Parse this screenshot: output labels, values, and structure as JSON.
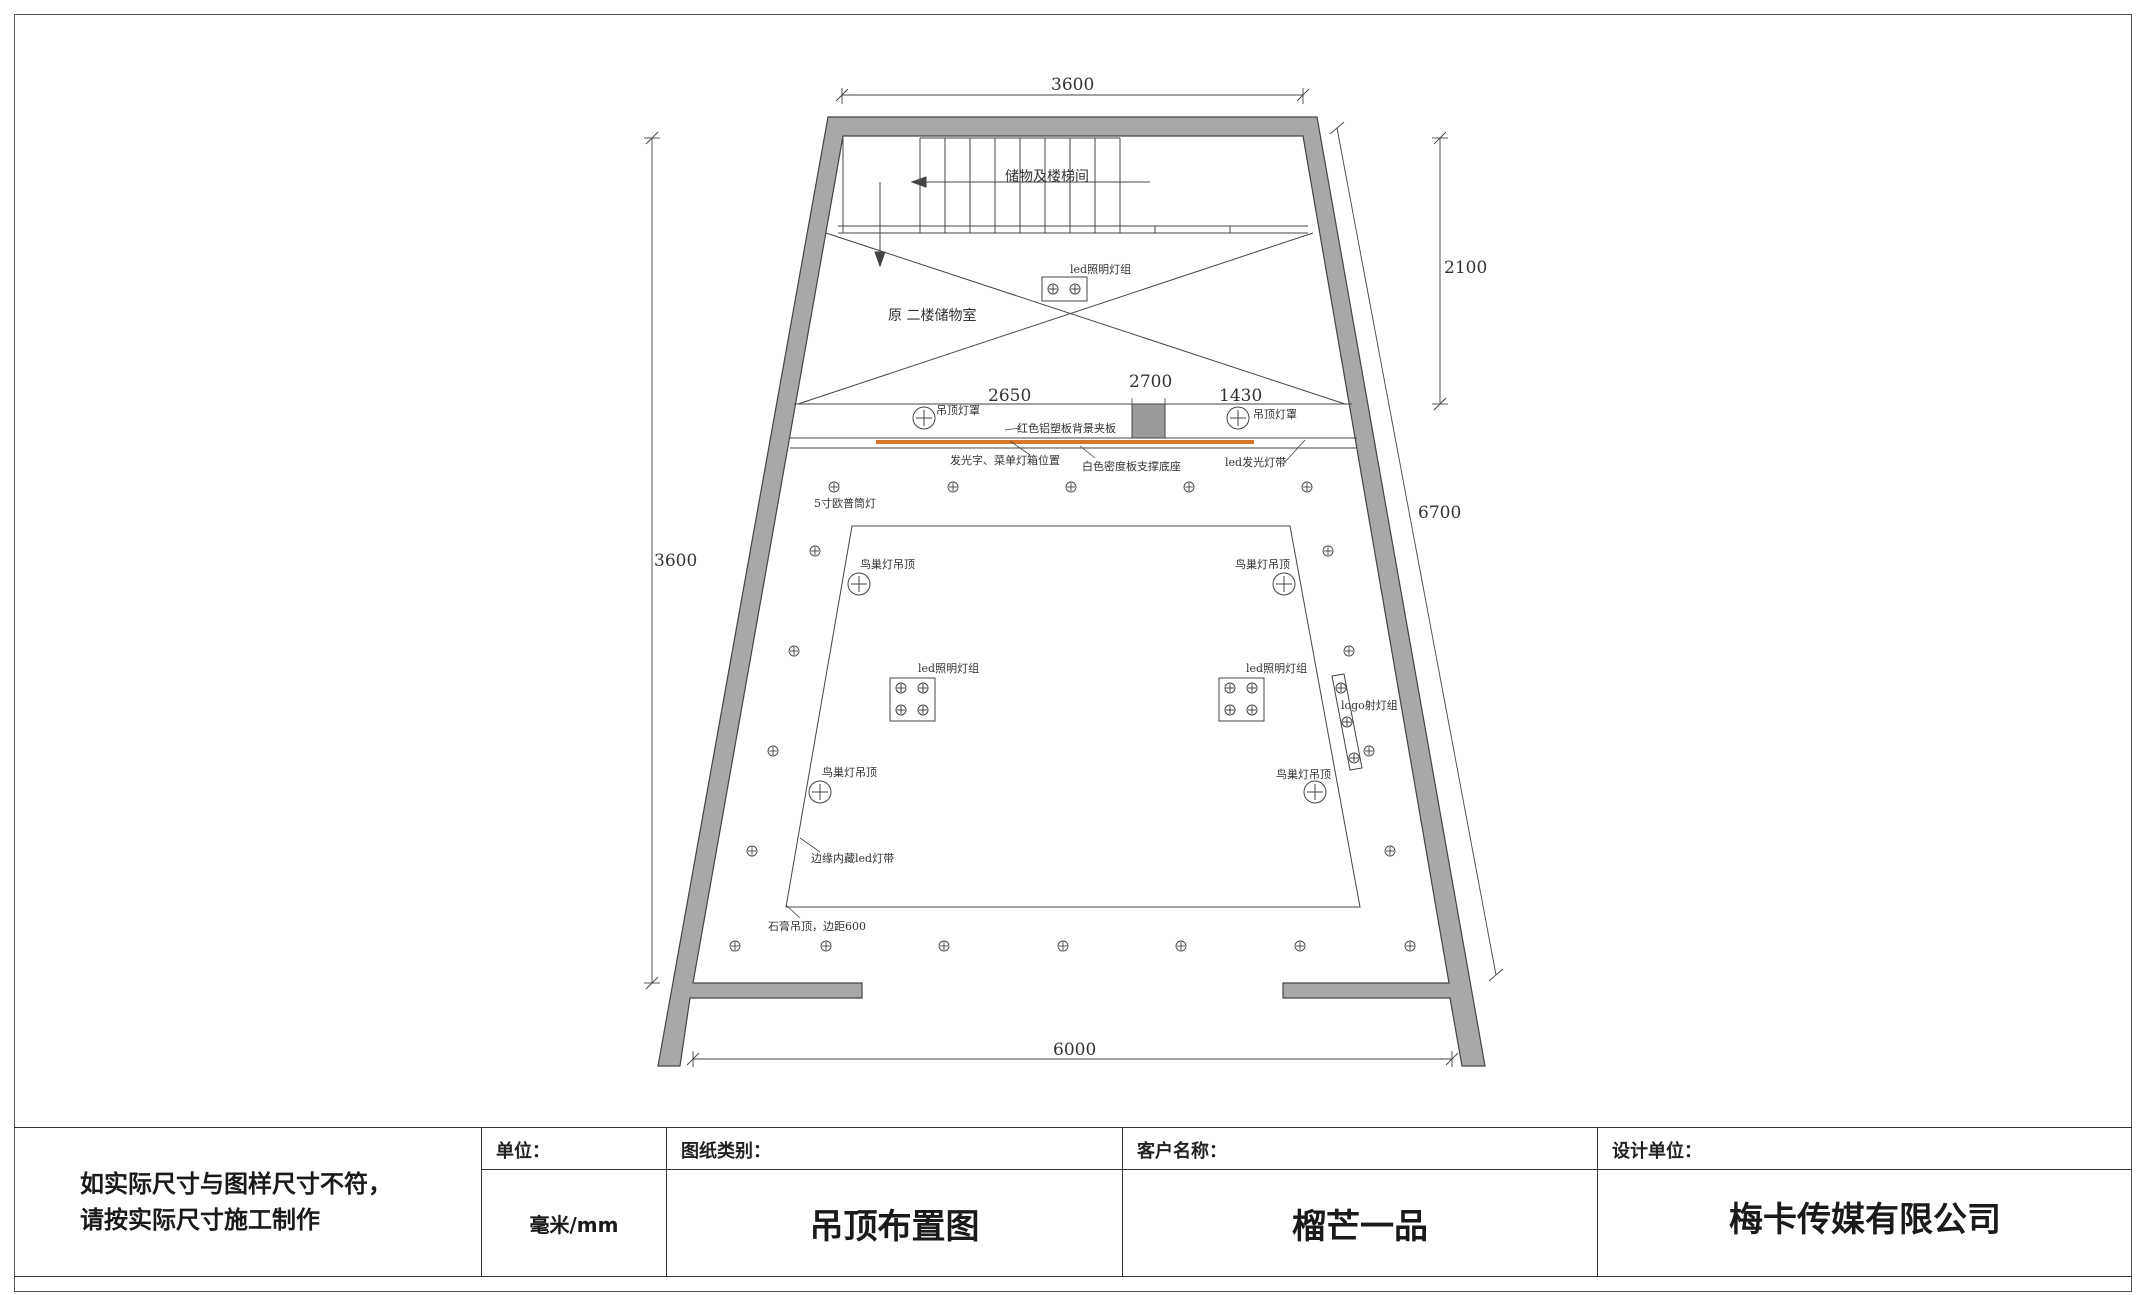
{
  "dimensions": {
    "top_width": "3600",
    "left_height": "3600",
    "upper_right_height": "2100",
    "right_diagonal": "6700",
    "bottom_width": "6000",
    "beam_left": "2650",
    "beam_center": "2700",
    "beam_right": "1430"
  },
  "rooms": {
    "storage_stair": "储物及楼梯间",
    "original_storage": "原 二楼储物室"
  },
  "annotations": {
    "led_group_top": "led照明灯组",
    "pendant_cover_left": "吊顶灯罩",
    "pendant_cover_right": "吊顶灯罩",
    "red_board": "红色铝塑板背景夹板",
    "glow_letters": "发光字、菜单灯箱位置",
    "white_board": "白色密度板支撑底座",
    "led_strip": "led发光灯带",
    "downlight": "5寸欧普筒灯",
    "nest_tl": "鸟巢灯吊顶",
    "nest_tr": "鸟巢灯吊顶",
    "nest_bl": "鸟巢灯吊顶",
    "nest_br": "鸟巢灯吊顶",
    "led_group_left": "led照明灯组",
    "led_group_right": "led照明灯组",
    "logo_spot": "logo射灯组",
    "edge_led": "边缘内藏led灯带",
    "gypsum": "石膏吊顶，边距600"
  },
  "title_block": {
    "note_line1": "如实际尺寸与图样尺寸不符，",
    "note_line2": "请按实际尺寸施工制作",
    "unit_label": "单位：",
    "unit_value": "毫米/mm",
    "type_label": "图纸类别：",
    "type_value": "吊顶布置图",
    "client_label": "客户名称：",
    "client_value": "榴芒一品",
    "designer_label": "设计单位：",
    "designer_value": "梅卡传媒有限公司"
  },
  "colors": {
    "wall": "#a8a8a8",
    "red_board": "#d9762a",
    "beam_block": "#9a9a9a"
  }
}
